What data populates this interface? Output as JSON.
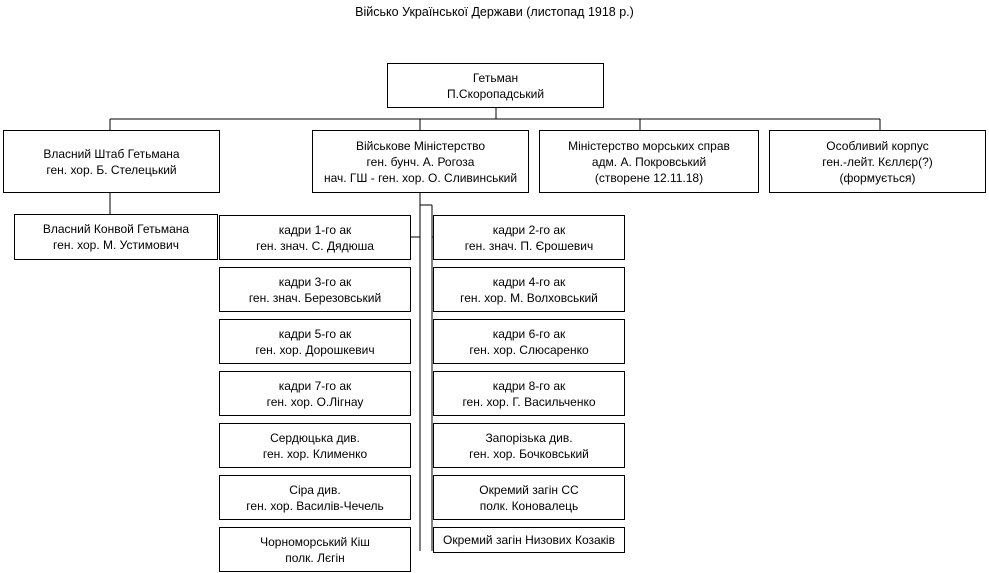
{
  "title": "Військо Української Держави (листопад 1918 р.)",
  "top": {
    "line1": "Гетьман",
    "line2": "П.Скоропадський"
  },
  "level2": [
    {
      "lines": [
        "Власний Штаб Гетьмана",
        "ген. хор. Б. Стелецький"
      ]
    },
    {
      "lines": [
        "Військове Міністерство",
        "ген. бунч. А. Рогоза",
        "нач. ГШ - ген. хор. О. Сливинський"
      ]
    },
    {
      "lines": [
        "Міністерство морських справ",
        "адм. А. Покровський",
        "(створене 12.11.18)"
      ]
    },
    {
      "lines": [
        "Особливий корпус",
        "ген.-лейт. Кєллєр(?)",
        "(формується)"
      ]
    }
  ],
  "konvoi": {
    "lines": [
      "Власний Конвой Гетьмана",
      "ген. хор. М. Устимович"
    ]
  },
  "left_units": [
    {
      "lines": [
        "кадри 1-го ак",
        "ген. знач. С. Дядюша"
      ]
    },
    {
      "lines": [
        "кадри 3-го ак",
        "ген. знач. Березовський"
      ]
    },
    {
      "lines": [
        "кадри 5-го ак",
        "ген. хор. Дорошкевич"
      ]
    },
    {
      "lines": [
        "кадри 7-го ак",
        "ген. хор. О.Лігнау"
      ]
    },
    {
      "lines": [
        "Сердюцька див.",
        "ген. хор. Клименко"
      ]
    },
    {
      "lines": [
        "Сіра див.",
        "ген. хор. Василів-Чечель"
      ]
    },
    {
      "lines": [
        "Чорноморський Кіш",
        "полк. Лєгін"
      ]
    }
  ],
  "right_units": [
    {
      "lines": [
        "кадри 2-го ак",
        "ген. знач. П. Єрошевич"
      ]
    },
    {
      "lines": [
        "кадри 4-го ак",
        "ген. хор. М. Волховський"
      ]
    },
    {
      "lines": [
        "кадри 6-го ак",
        "ген. хор. Слюсаренко"
      ]
    },
    {
      "lines": [
        "кадри 8-го ак",
        "ген. хор. Г. Васильченко"
      ]
    },
    {
      "lines": [
        "Запорізька див.",
        "ген. хор. Бочковський"
      ]
    },
    {
      "lines": [
        "Окремий загін СС",
        "полк. Коновалець"
      ]
    },
    {
      "lines": [
        "Окремий загін Низових Козаків"
      ]
    }
  ]
}
